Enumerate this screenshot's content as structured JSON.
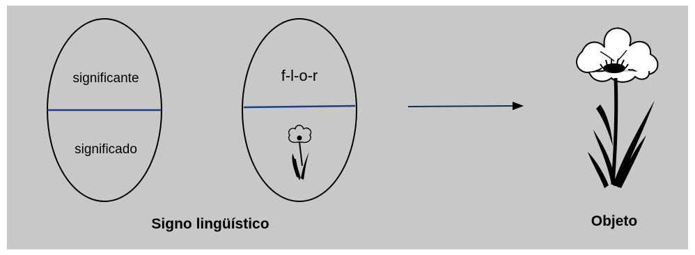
{
  "diagram": {
    "sign_ellipse_1": {
      "top_text": "significante",
      "bottom_text": "significado"
    },
    "sign_ellipse_2": {
      "top_text": "f-l-o-r"
    },
    "caption_sign": "Signo lingüístico",
    "caption_object": "Objeto"
  },
  "colors": {
    "background": "#c8c8c8",
    "line": "#000000",
    "divider": "#1f3c88"
  },
  "icons": [
    "flower-icon-small",
    "flower-icon-large",
    "arrow-icon"
  ]
}
